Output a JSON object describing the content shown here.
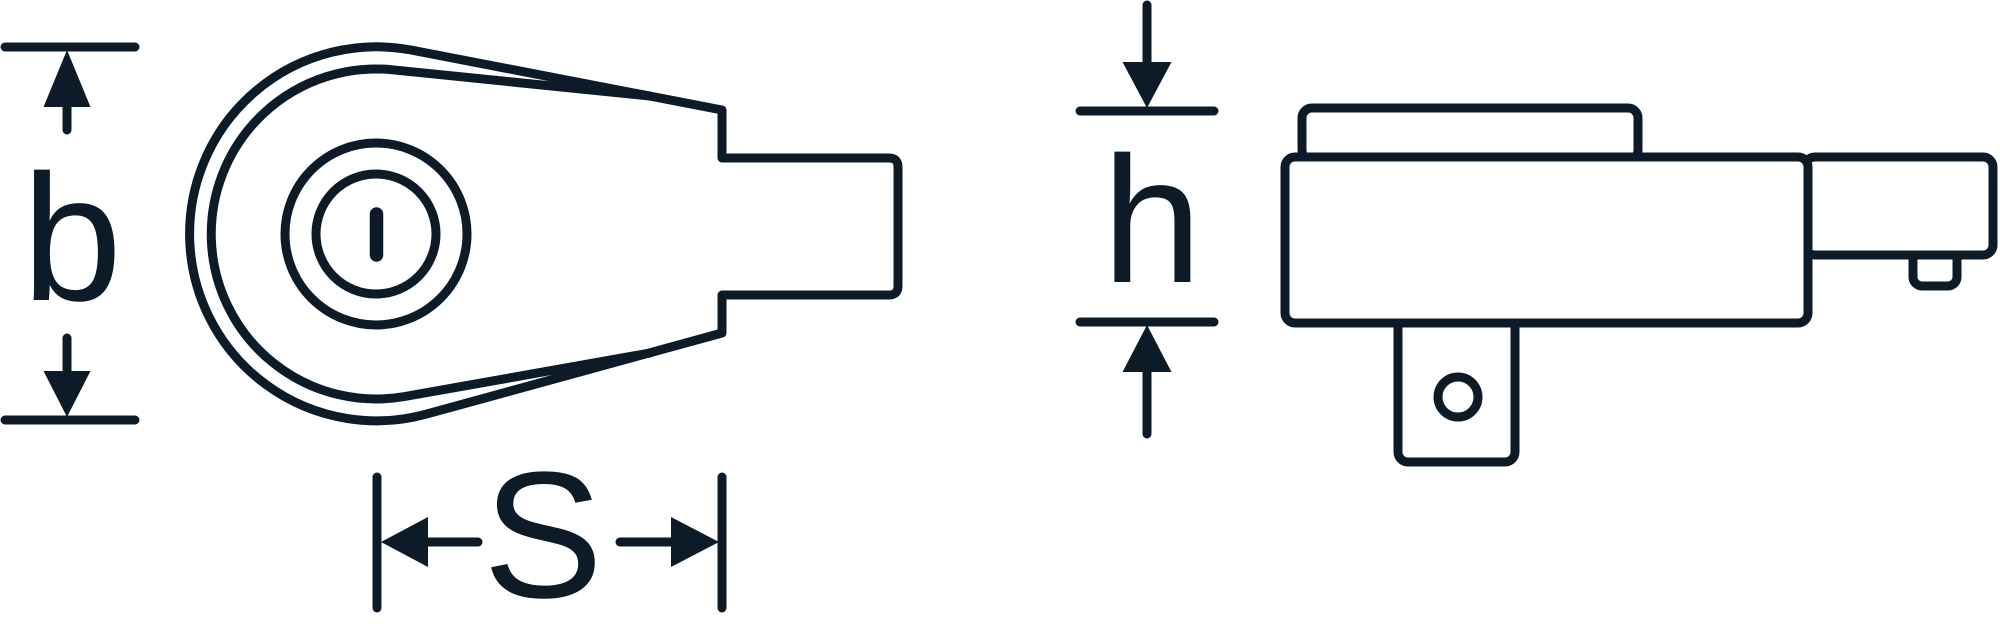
{
  "colors": {
    "background": "#ffffff",
    "line": "#0d1b29"
  },
  "dimensions": {
    "b": {
      "label": "b"
    },
    "S": {
      "label": "S"
    },
    "h": {
      "label": "h"
    }
  }
}
